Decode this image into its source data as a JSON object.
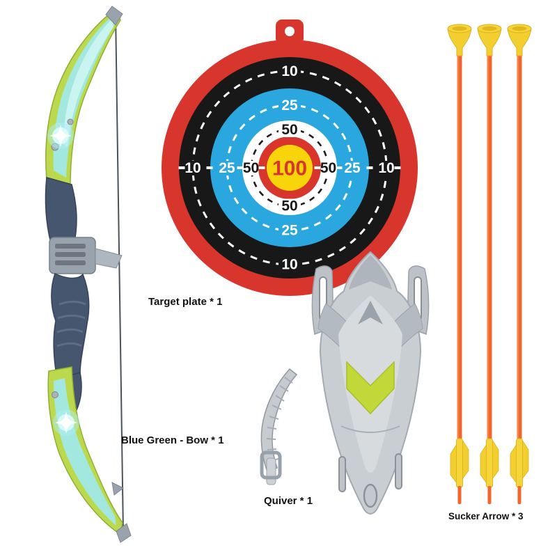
{
  "labels": {
    "target": "Target plate * 1",
    "bow": "Blue Green - Bow * 1",
    "quiver": "Quiver * 1",
    "arrows": "Sucker Arrow * 3"
  },
  "target": {
    "center_score": "100",
    "vertical_top": [
      "10",
      "25",
      "50"
    ],
    "vertical_bottom": [
      "50",
      "25",
      "10"
    ],
    "horizontal_left": [
      "10",
      "25",
      "50"
    ],
    "horizontal_right": [
      "50",
      "25",
      "10"
    ]
  },
  "colors": {
    "target_red": "#d8352c",
    "target_black": "#181818",
    "target_blue": "#2ba7df",
    "target_yellow": "#f8d50a",
    "bow_green": "#bcd94e",
    "bow_cyan": "#9fe9ef",
    "bow_navy": "#47566f",
    "arrow_orange": "#f2662e",
    "arrow_yellow": "#f6d53b",
    "quiver_gray": "#c9ced2",
    "quiver_green": "#c2d839"
  }
}
